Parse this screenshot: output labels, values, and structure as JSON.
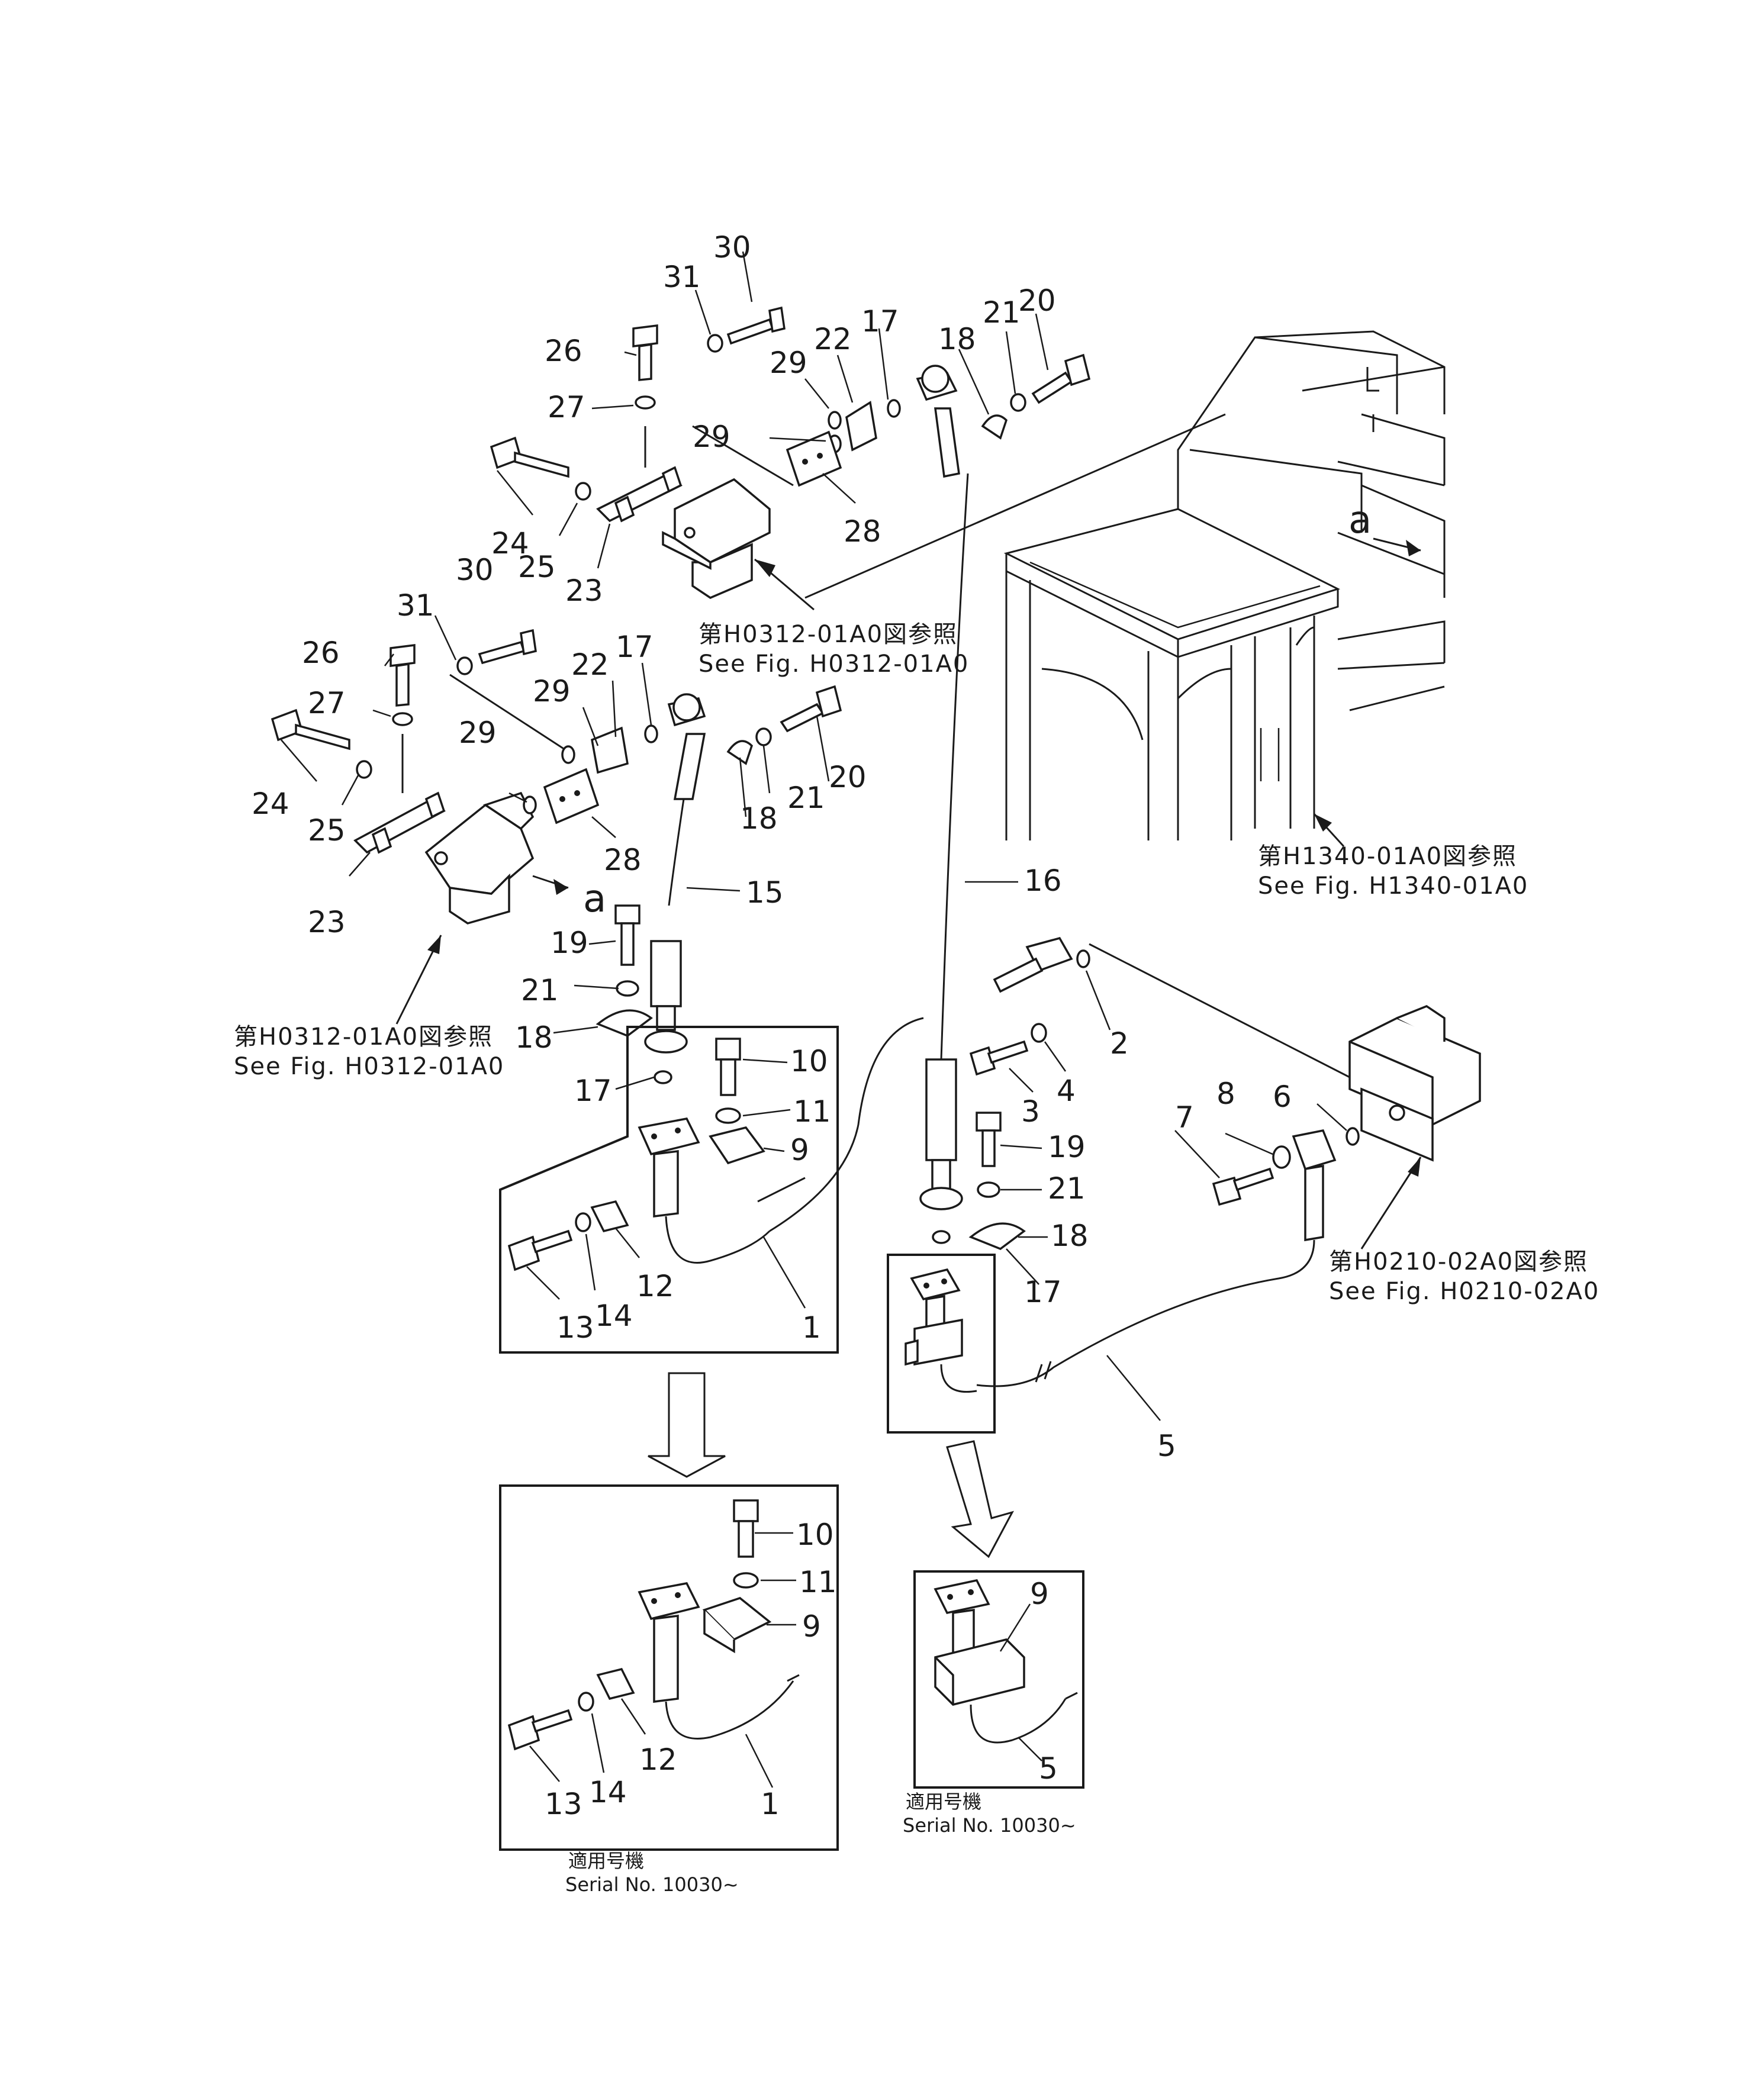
{
  "callouts": {
    "n1": "1",
    "n2": "2",
    "n3": "3",
    "n4": "4",
    "n5": "5",
    "n6": "6",
    "n7": "7",
    "n8": "8",
    "n9": "9",
    "n10": "10",
    "n11": "11",
    "n12": "12",
    "n13": "13",
    "n14": "14",
    "n15": "15",
    "n16": "16",
    "n17": "17",
    "n18": "18",
    "n19": "19",
    "n20": "20",
    "n21": "21",
    "n22": "22",
    "n23": "23",
    "n24": "24",
    "n25": "25",
    "n26": "26",
    "n27": "27",
    "n28": "28",
    "n29": "29",
    "n30": "30",
    "n31": "31",
    "a": "a"
  },
  "references": {
    "h0312_jp": "第H0312-01A0図参照",
    "h0312_en": "See  Fig.  H0312-01A0",
    "h1340_jp": "第H1340-01A0図参照",
    "h1340_en": "See  Fig.  H1340-01A0",
    "h0210_jp": "第H0210-02A0図参照",
    "h0210_en": "See  Fig.  H0210-02A0"
  },
  "serial": {
    "jp": "適用号機",
    "en": "Serial  No.  10030~"
  }
}
